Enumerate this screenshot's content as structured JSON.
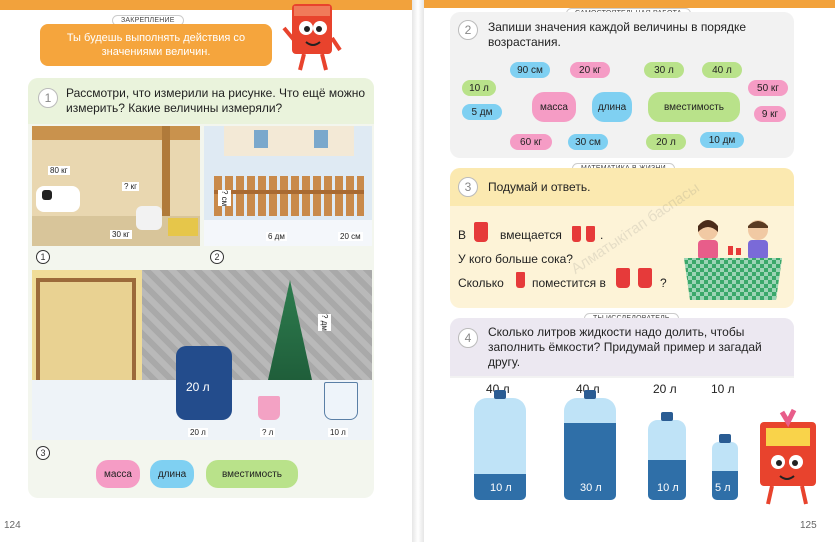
{
  "left_page": {
    "page_number": "124",
    "reinforce": {
      "tag": "ЗАКРЕПЛЕНИЕ",
      "text": "Ты будешь выполнять действия со значениями величин."
    },
    "task1": {
      "number": "1",
      "question": "Рассмотри, что измерили на рисунке. Что ещё можно измерить? Какие величины измеряли?",
      "pic1": {
        "index": "1",
        "labels": [
          "80 кг",
          "? кг",
          "30 кг"
        ]
      },
      "pic2": {
        "index": "2",
        "labels": [
          "? см",
          "6 дм",
          "20 см"
        ]
      },
      "pic3": {
        "index": "3",
        "labels": [
          "? дм",
          "20 л",
          "20 л",
          "? л",
          "10 л"
        ]
      },
      "answers": [
        "масса",
        "длина",
        "вместимость"
      ]
    }
  },
  "right_page": {
    "page_number": "125",
    "task2": {
      "tag": "САМОСТОЯТЕЛЬНАЯ РАБОТА",
      "number": "2",
      "question": "Запиши значения каждой величины в порядке возрастания.",
      "center_pills": [
        "масса",
        "длина",
        "вместимость"
      ],
      "values": [
        "90 см",
        "20 кг",
        "30 л",
        "40 л",
        "10 л",
        "50 кг",
        "5 дм",
        "9 кг",
        "60 кг",
        "30 см",
        "20 л",
        "10 дм"
      ]
    },
    "task3": {
      "tag": "МАТЕМАТИКА В ЖИЗНИ",
      "number": "3",
      "question": "Подумай и ответь.",
      "line1_a": "В",
      "line1_b": "вмещается",
      "line1_c": ".",
      "line2": "У кого больше сока?",
      "line3_a": "Сколько",
      "line3_b": "поместится в",
      "line3_c": "?"
    },
    "task4": {
      "tag": "ТЫ ИССЛЕДОВАТЕЛЬ",
      "number": "4",
      "question": "Сколько литров жидкости надо долить, чтобы заполнить ёмкости? Придумай пример и загадай другу.",
      "containers": [
        {
          "top": "40 л",
          "bottom": "10 л",
          "fill": 0.25
        },
        {
          "top": "40 л",
          "bottom": "30 л",
          "fill": 0.75
        },
        {
          "top": "20 л",
          "bottom": "10 л",
          "fill": 0.5
        },
        {
          "top": "10 л",
          "bottom": "5 л",
          "fill": 0.5
        }
      ]
    },
    "watermark": "Алматыкітап баспасы"
  },
  "colors": {
    "orange": "#f2a23c",
    "green": "#b9e28a",
    "pink": "#f59cc5",
    "blue": "#7fd0f2",
    "cream": "#fdf3d7",
    "yellow": "#fbe9b0"
  }
}
